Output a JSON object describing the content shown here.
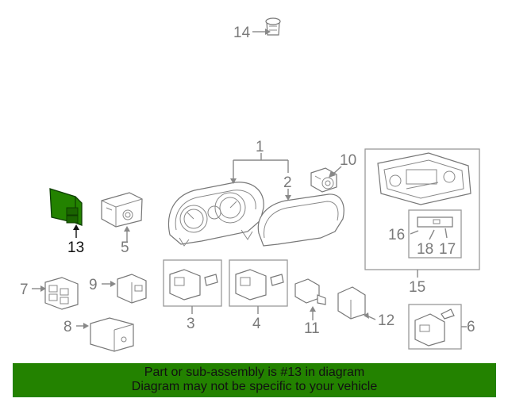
{
  "callouts": {
    "c1": "1",
    "c2": "2",
    "c3": "3",
    "c4": "4",
    "c5": "5",
    "c6": "6",
    "c7": "7",
    "c8": "8",
    "c9": "9",
    "c10": "10",
    "c11": "11",
    "c12": "12",
    "c13": "13",
    "c14": "14",
    "c15": "15",
    "c16": "16",
    "c17": "17",
    "c18": "18"
  },
  "highlight": {
    "part": "13",
    "color": "#238200"
  },
  "banner": {
    "line1": "Part or sub-assembly is #13 in diagram",
    "line2": "Diagram may not be specific to your vehicle",
    "background": "#238200"
  }
}
